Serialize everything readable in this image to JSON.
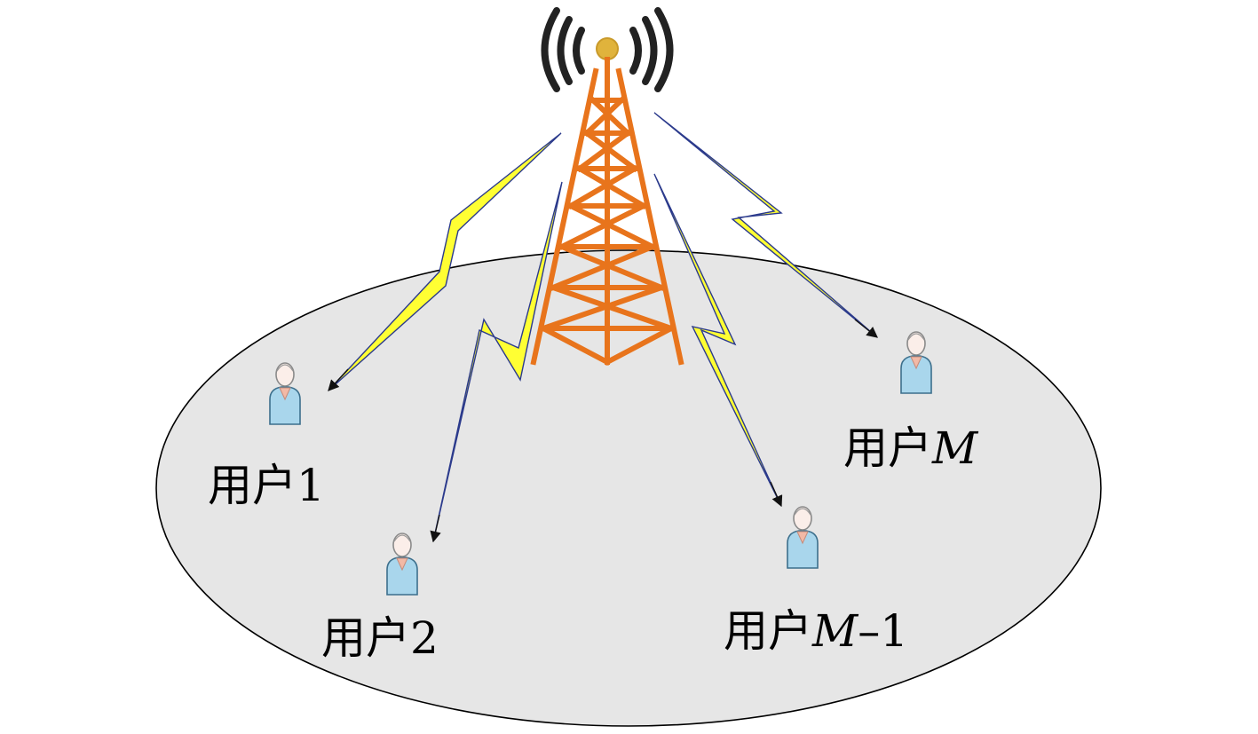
{
  "diagram": {
    "users": [
      {
        "id": "user-1",
        "prefix": "用户",
        "variable": "",
        "number": "1"
      },
      {
        "id": "user-2",
        "prefix": "用户",
        "variable": "",
        "number": "2"
      },
      {
        "id": "user-m-1",
        "prefix": "用户",
        "variable": "M",
        "number": "–1"
      },
      {
        "id": "user-m",
        "prefix": "用户",
        "variable": "M",
        "number": ""
      }
    ],
    "colors": {
      "cell_fill": "#e6e6e6",
      "cell_stroke": "#000000",
      "tower": "#e8741c",
      "tower_beacon": "#e0b33c",
      "lightning": "#ffff33",
      "lightning_edge": "#2b3a8c",
      "person_body": "#a9d6ec",
      "person_face": "#f7e6e0",
      "signal_waves": "#222222"
    },
    "icons": [
      "cell-tower-icon",
      "signal-wave-icon",
      "lightning-link-icon",
      "person-icon"
    ]
  }
}
